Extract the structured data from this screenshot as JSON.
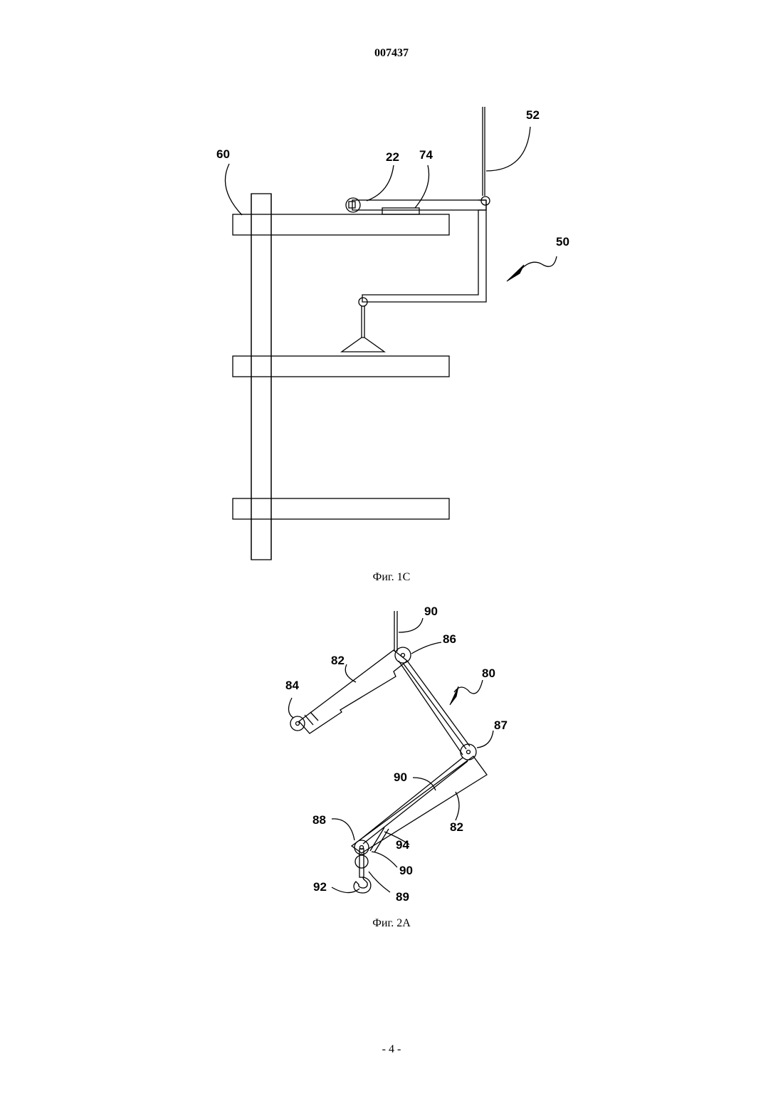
{
  "document_number": "007437",
  "page_number": "- 4 -",
  "figures": [
    {
      "caption": "Фиг. 1С",
      "labels": {
        "l60": "60",
        "l22": "22",
        "l74": "74",
        "l52": "52",
        "l50": "50"
      }
    },
    {
      "caption": "Фиг. 2А",
      "labels": {
        "l90a": "90",
        "l86": "86",
        "l82a": "82",
        "l84": "84",
        "l80": "80",
        "l87": "87",
        "l90b": "90",
        "l82b": "82",
        "l88": "88",
        "l94": "94",
        "l90c": "90",
        "l92": "92",
        "l89": "89"
      }
    }
  ]
}
